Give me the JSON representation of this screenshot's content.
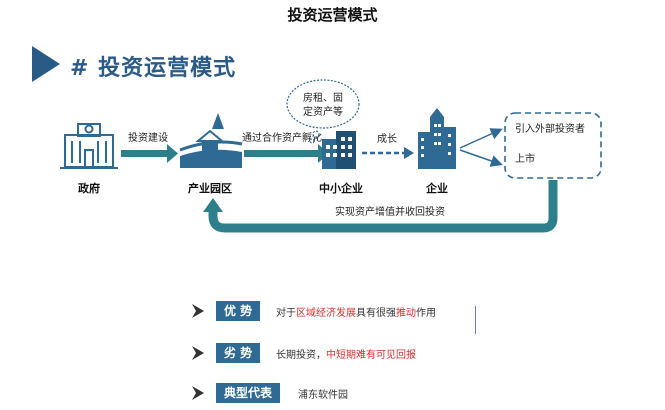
{
  "page_title": "投资运营模式",
  "section_heading": "# 投资运营模式",
  "nodes": {
    "government": "政府",
    "industrial_park": "产业园区",
    "sme": "中小企业",
    "enterprise": "企业"
  },
  "edges": {
    "invest_build": "投资建设",
    "incubation": "通过合作资产孵化",
    "growth": "成长",
    "return": "实现资产增值并收回投资"
  },
  "cloud": {
    "line1": "房租、固",
    "line2": "定资产等"
  },
  "outcomes": {
    "external_investors": "引入外部投资者",
    "listing": "上市"
  },
  "rows": [
    {
      "badge": "优 势",
      "desc_a": "对于",
      "desc_hl1": "区域经济发展",
      "desc_b": "具有很强",
      "desc_hl2": "推动",
      "desc_c": "作用"
    },
    {
      "badge": "劣 势",
      "desc_a": "长期投资，",
      "desc_hl1": "中短期难有可见回报"
    },
    {
      "badge": "典型代表",
      "desc_a": "浦东软件园"
    }
  ],
  "colors": {
    "teal": "#2e7f8c",
    "navy": "#2f6a94",
    "highlight": "#d43030"
  }
}
